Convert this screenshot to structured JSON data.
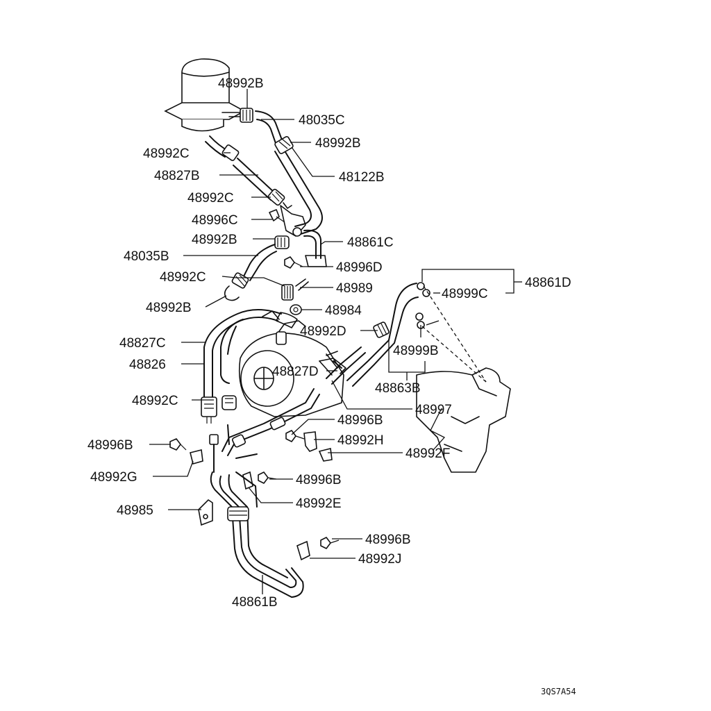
{
  "diagram": {
    "labels": {
      "l48992B_a": "48992B",
      "l48035C": "48035C",
      "l48992B_b": "48992B",
      "l48992C_a": "48992C",
      "l48122B": "48122B",
      "l48827B": "48827B",
      "l48992C_b": "48992C",
      "l48996C": "48996C",
      "l48992B_c": "48992B",
      "l48861C": "48861C",
      "l48035B": "48035B",
      "l48996D": "48996D",
      "l48992C_c": "48992C",
      "l48989": "48989",
      "l48861D": "48861D",
      "l48999C": "48999C",
      "l48992B_d": "48992B",
      "l48984": "48984",
      "l48992D": "48992D",
      "l48827C": "48827C",
      "l48999B": "48999B",
      "l48826": "48826",
      "l48827D": "48827D",
      "l48863B": "48863B",
      "l48992C_d": "48992C",
      "l48997": "48997",
      "l48996B_a": "48996B",
      "l48996B_b": "48996B",
      "l48992H": "48992H",
      "l48992F": "48992F",
      "l48992G": "48992G",
      "l48996B_c": "48996B",
      "l48985": "48985",
      "l48992E": "48992E",
      "l48996B_d": "48996B",
      "l48992J": "48992J",
      "l48861B": "48861B"
    },
    "figure_code": "3QS7A54"
  }
}
